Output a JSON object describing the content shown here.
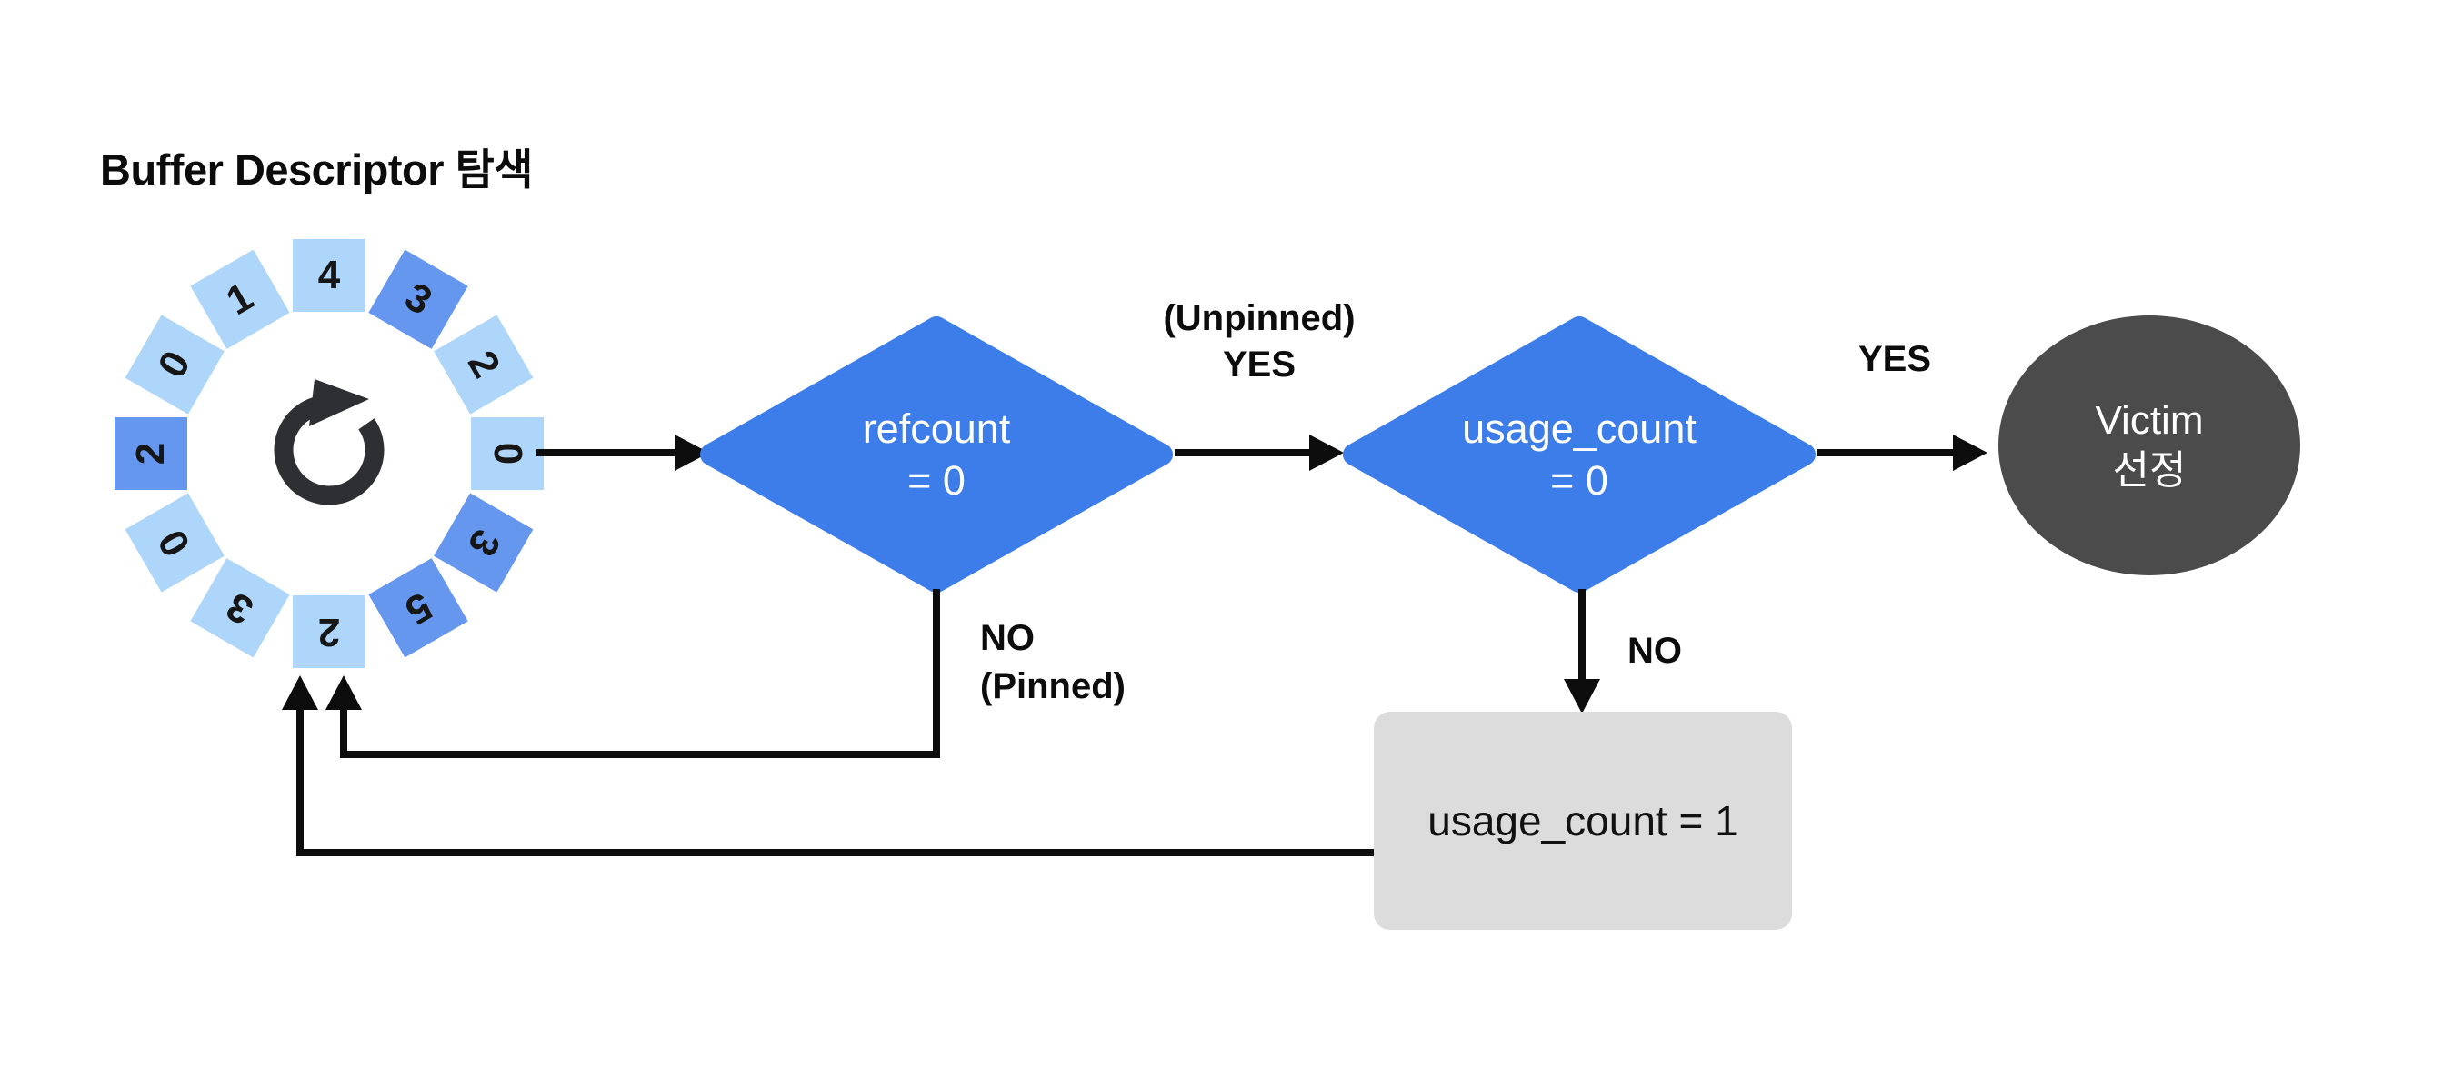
{
  "title": "Buffer Descriptor 탐색",
  "ring": {
    "buffers": [
      {
        "count": "4",
        "highlighted": false
      },
      {
        "count": "3",
        "highlighted": true
      },
      {
        "count": "2",
        "highlighted": false
      },
      {
        "count": "0",
        "highlighted": false
      },
      {
        "count": "3",
        "highlighted": true
      },
      {
        "count": "5",
        "highlighted": true
      },
      {
        "count": "2",
        "highlighted": false
      },
      {
        "count": "3",
        "highlighted": false
      },
      {
        "count": "0",
        "highlighted": false
      },
      {
        "count": "2",
        "highlighted": true
      },
      {
        "count": "0",
        "highlighted": false
      },
      {
        "count": "1",
        "highlighted": false
      }
    ]
  },
  "nodes": {
    "decision1": {
      "line1": "refcount",
      "line2": "= 0"
    },
    "decision2": {
      "line1": "usage_count",
      "line2": "= 0"
    },
    "terminal": {
      "line1": "Victim",
      "line2": "선정"
    },
    "process": {
      "label": "usage_count = 1"
    }
  },
  "edges": {
    "unpinned_yes": {
      "line1": "(Unpinned)",
      "line2": "YES"
    },
    "yes_to_victim": "YES",
    "no_pinned": {
      "line1": "NO",
      "line2": "(Pinned)"
    },
    "no_to_process": "NO"
  },
  "colors": {
    "light-blue": "#aed6fa",
    "dark-blue": "#6697ee",
    "diamond-blue": "#3d7de9",
    "terminal-gray": "#4b4b4b",
    "process-gray": "#dcdcdc",
    "icon-dark": "#2d2f32",
    "line-black": "#0d0d0d"
  }
}
